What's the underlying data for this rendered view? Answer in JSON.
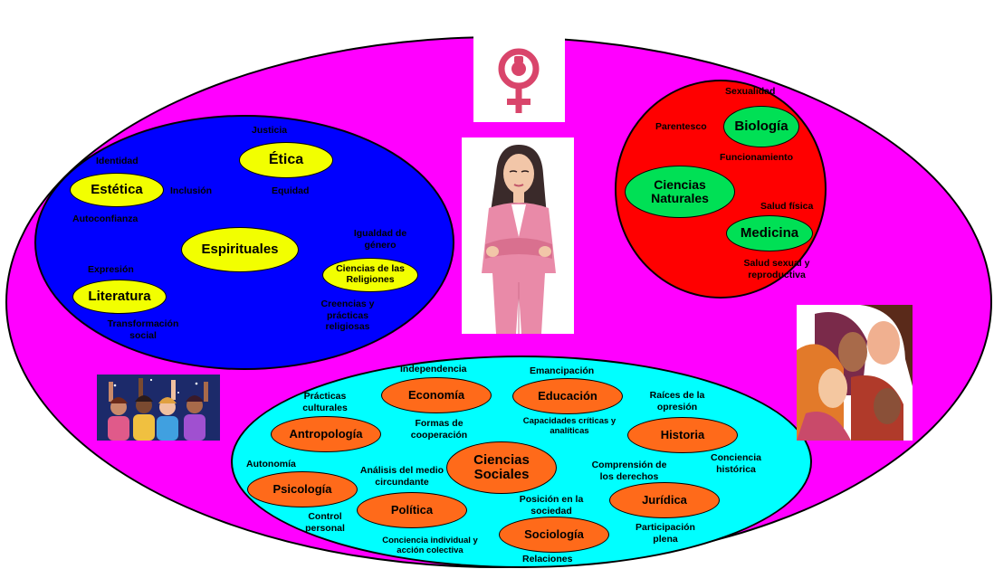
{
  "outer": {
    "color": "#ff00ff"
  },
  "espiritual": {
    "color": "#0000ff",
    "nodes": {
      "etica": "Ética",
      "estetica": "Estética",
      "espirituales": "Espirituales",
      "literatura": "Literatura",
      "religiones": "Ciencias de las Religiones"
    },
    "labels": {
      "justicia": "Justicia",
      "identidad": "Identidad",
      "inclusion": "Inclusión",
      "equidad": "Equidad",
      "autoconfianza": "Autoconfianza",
      "igualdad": "Igualdad de género",
      "expresion": "Expresión",
      "creencias": "Creencias y prácticas religiosas",
      "transformacion": "Transformación social"
    }
  },
  "naturales": {
    "color": "#ff0000",
    "nodes": {
      "biologia": "Biología",
      "ciencias_naturales": "Ciencias Naturales",
      "medicina": "Medicina"
    },
    "labels": {
      "sexualidad": "Sexualidad",
      "parentesco": "Parentesco",
      "funcionamiento": "Funcionamiento",
      "salud_fisica": "Salud física",
      "salud_sexual": "Salud sexual y reproductiva"
    }
  },
  "sociales": {
    "color": "#00ffff",
    "nodes": {
      "economia": "Economía",
      "educacion": "Educación",
      "antropologia": "Antropología",
      "historia": "Historia",
      "ciencias_sociales": "Ciencias Sociales",
      "psicologia": "Psicología",
      "politica": "Política",
      "juridica": "Jurídica",
      "sociologia": "Sociología"
    },
    "labels": {
      "independencia": "Independencia",
      "emancipacion": "Emancipación",
      "practicas": "Prácticas culturales",
      "raices": "Raíces de la opresión",
      "formas": "Formas de cooperación",
      "capacidades": "Capacidades críticas y analíticas",
      "autonomia": "Autonomía",
      "analisis": "Análisis del medio circundante",
      "comprension": "Comprensión de los derechos",
      "conciencia_historica": "Conciencia histórica",
      "posicion": "Posición en la sociedad",
      "control": "Control personal",
      "participacion": "Participación plena",
      "conciencia_colectiva": "Conciencia individual y acción colectiva",
      "relaciones": "Relaciones"
    }
  },
  "images": {
    "feminist_symbol": "feminist-symbol-icon",
    "woman": "woman-in-pink-suit-illustration",
    "women_profiles": "women-profiles-illustration",
    "women_group": "women-group-illustration"
  }
}
